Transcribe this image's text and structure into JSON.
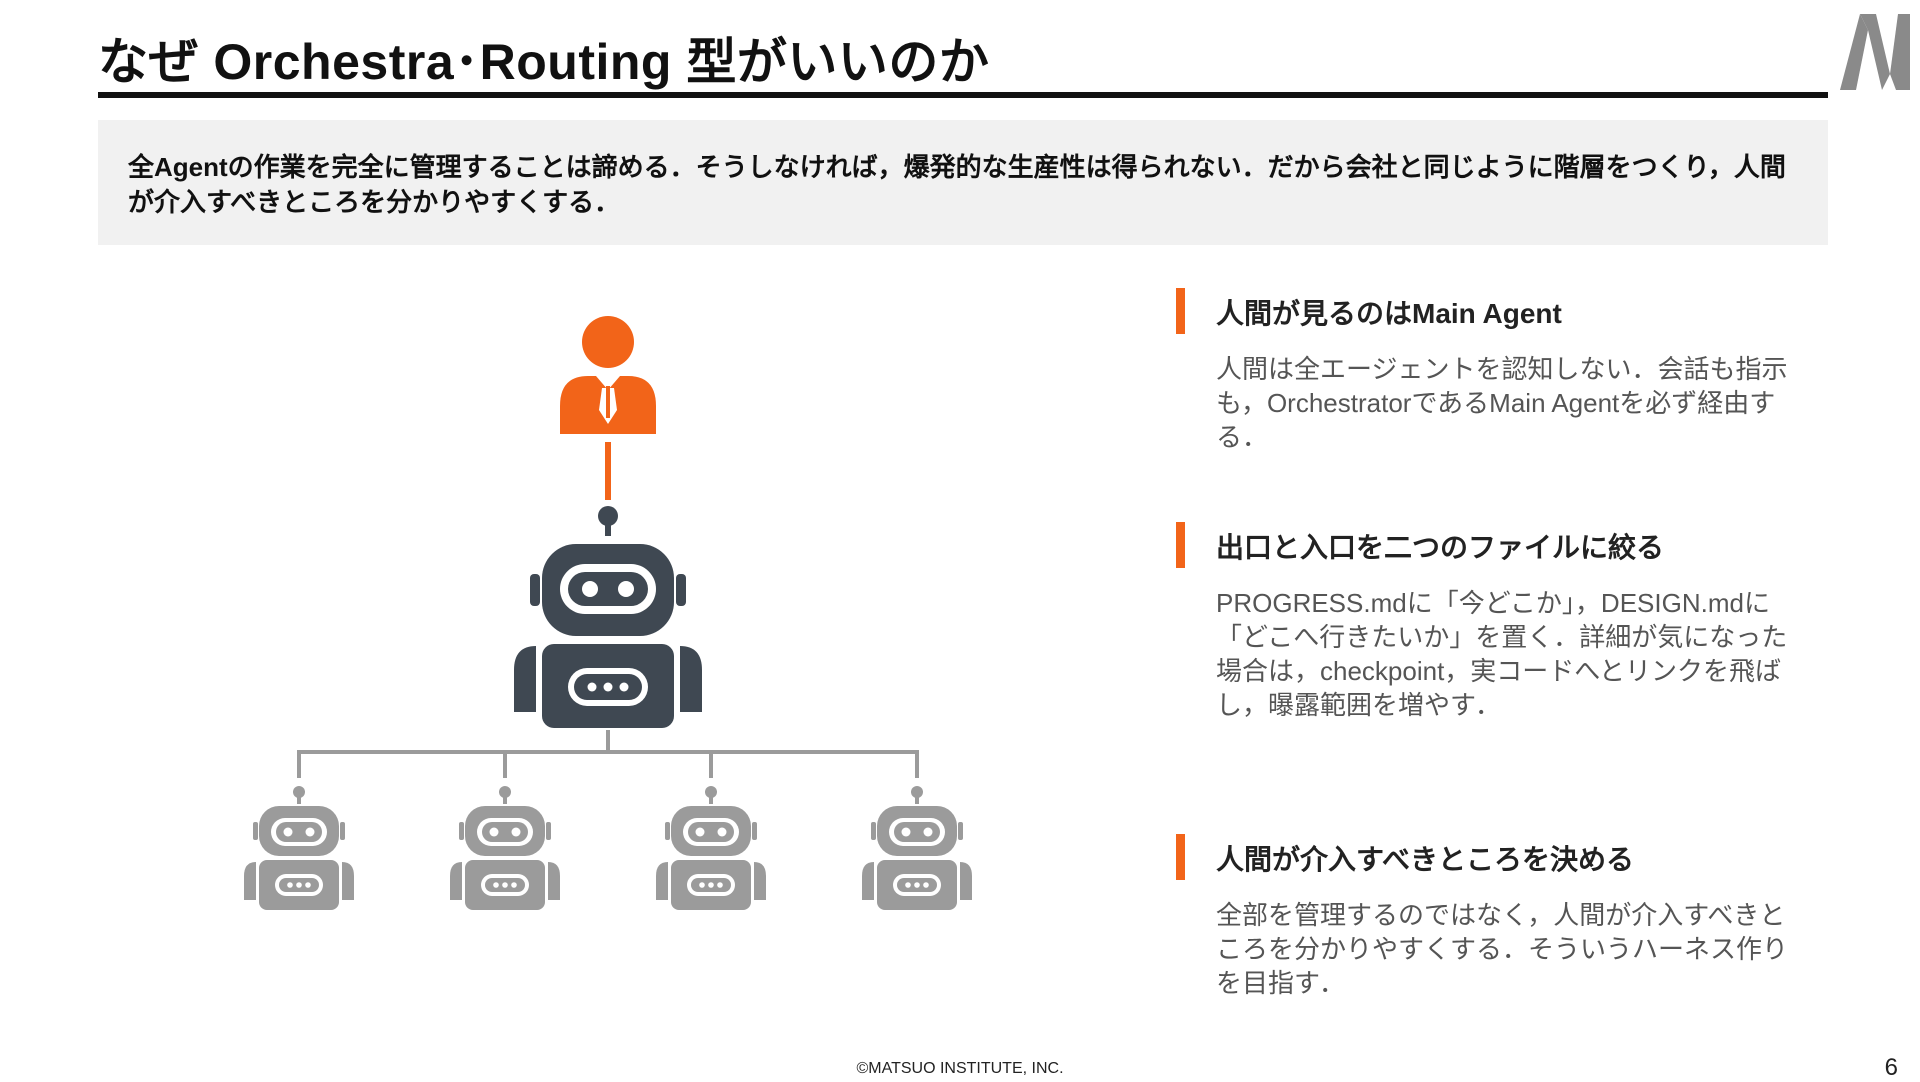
{
  "slide": {
    "title": "なぜ Orchestra･Routing 型がいいのか",
    "summary": "全Agentの作業を完全に管理することは諦める．そうしなければ，爆発的な生産性は得られない．だから会社と同じように階層をつくり，人間が介入すべきところを分かりやすくする．"
  },
  "diagram": {
    "human_icon": "person-in-suit-icon",
    "main_agent_icon": "robot-icon",
    "sub_agent_icon": "robot-icon",
    "sub_agent_count": 4,
    "colors": {
      "human": "#F26419",
      "main_agent": "#3F4852",
      "sub_agents": "#9B9B9B"
    }
  },
  "points": [
    {
      "heading": "人間が見るのはMain Agent",
      "body": "人間は全エージェントを認知しない．会話も指示も，OrchestratorであるMain Agentを必ず経由する．"
    },
    {
      "heading": "出口と入口を二つのファイルに絞る",
      "body": "PROGRESS.mdに「今どこか」，DESIGN.mdに「どこへ行きたいか」を置く．詳細が気になった場合は，checkpoint，実コードへとリンクを飛ばし，曝露範囲を増やす．"
    },
    {
      "heading": "人間が介入すべきところを決める",
      "body": "全部を管理するのではなく，人間が介入すべきところを分かりやすくする．そういうハーネス作りを目指す．"
    }
  ],
  "footer": {
    "copyright": "©MATSUO INSTITUTE, INC.",
    "page_number": "6"
  },
  "colors": {
    "accent": "#F26419",
    "title_rule": "#111111",
    "summary_bg": "#F1F1F1"
  }
}
